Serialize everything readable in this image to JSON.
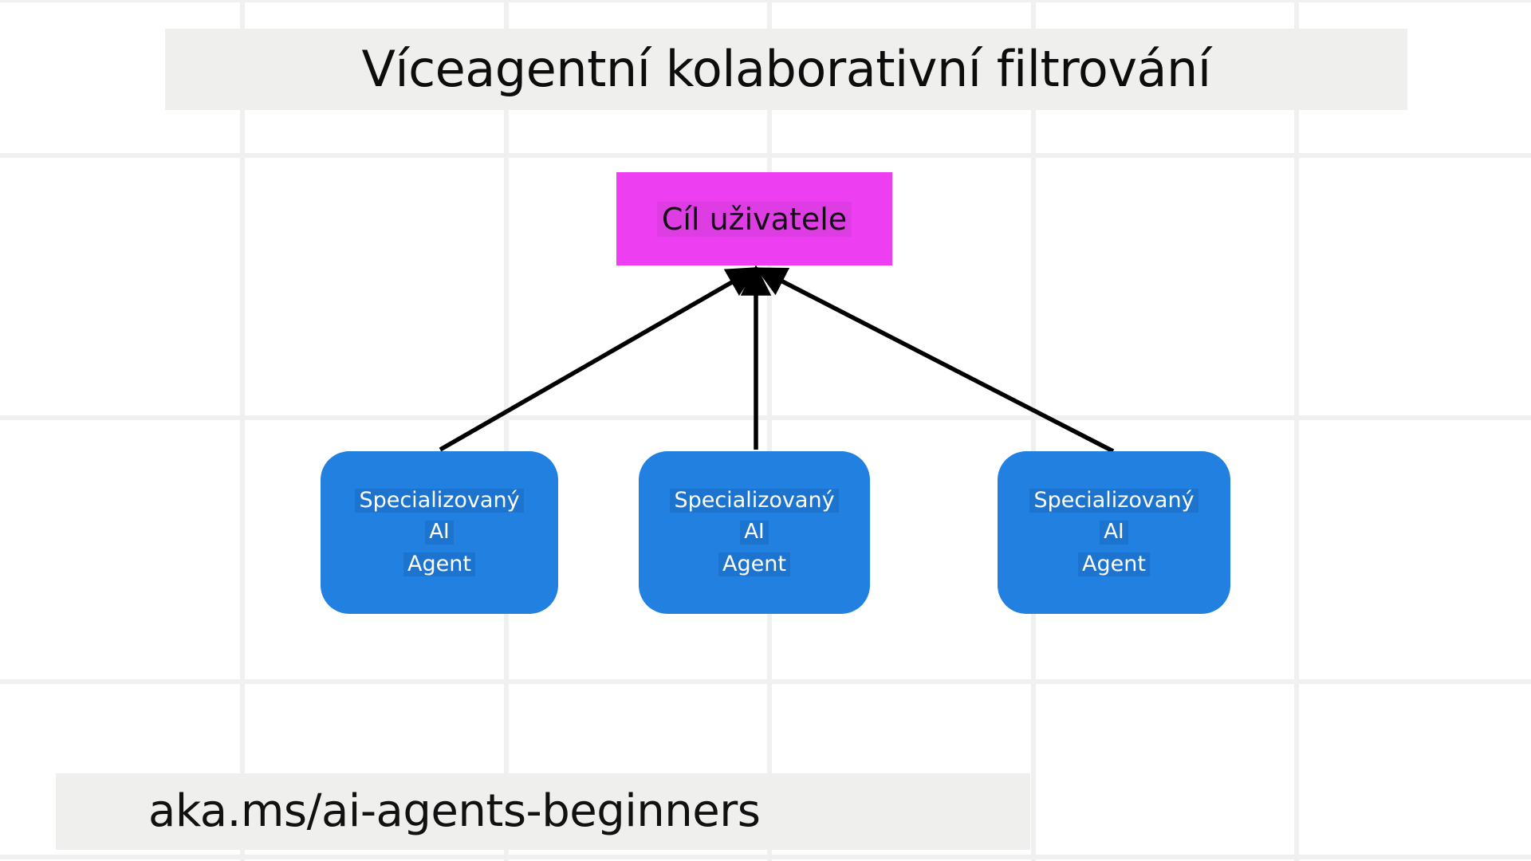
{
  "slide": {
    "title": "Víceagentní kolaborativní filtrování",
    "footer_link": "aka.ms/ai-agents-beginners",
    "background_color": "#ffffff",
    "band_color": "#efefee",
    "grid_color": "#f0f0f0"
  },
  "diagram": {
    "goal_node": {
      "label": "Cíl uživatele",
      "fill_color": "#ee3ef2",
      "text_color": "#111111"
    },
    "agent_nodes": [
      {
        "line1": "Specializovaný",
        "line2": "AI",
        "line3": "Agent",
        "fill_color": "#2180e0",
        "text_color": "#ffffff"
      },
      {
        "line1": "Specializovaný",
        "line2": "AI",
        "line3": "Agent",
        "fill_color": "#2180e0",
        "text_color": "#ffffff"
      },
      {
        "line1": "Specializovaný",
        "line2": "AI",
        "line3": "Agent",
        "fill_color": "#2180e0",
        "text_color": "#ffffff"
      }
    ],
    "connectors": {
      "count": 3,
      "direction": "agents-to-goal",
      "stroke_color": "#000000"
    }
  }
}
